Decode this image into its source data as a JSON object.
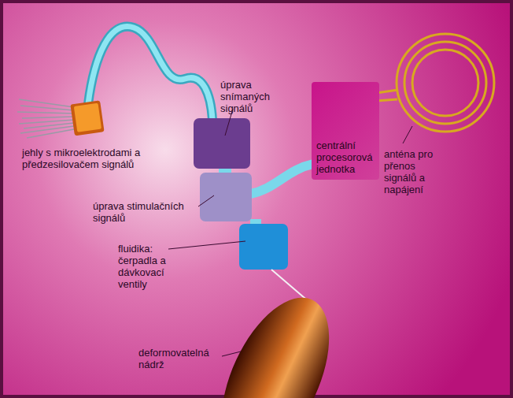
{
  "diagram": {
    "nodes": [
      {
        "text": [
          "centrální procesorová jednotka"
        ]
      }
    ],
    "labels": [
      "úprava snímaných signálů",
      "jehly s mikroelektrodami a předzesilovačem signálů",
      "anténa pro přenos signálů a napájení",
      "úprava stimulačních signálů",
      "fluidika: čerpadla a dávkovací ventily",
      "deformovatelná nádrž"
    ]
  }
}
